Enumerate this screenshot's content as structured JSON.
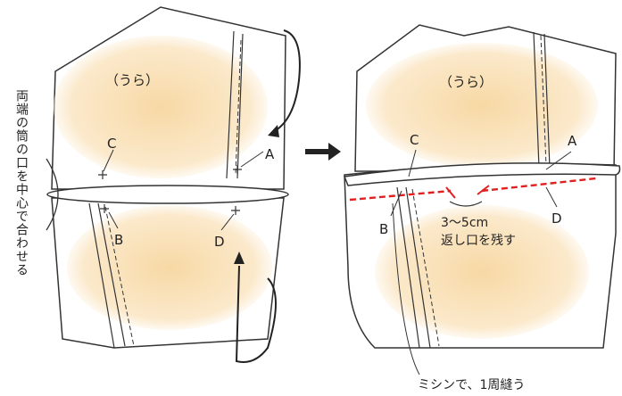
{
  "left_panel": {
    "ura_label": "（うら）",
    "point_labels": {
      "A": "A",
      "B": "B",
      "C": "C",
      "D": "D"
    }
  },
  "side_note": "両端の筒の口を中心で合わせる",
  "right_panel": {
    "ura_label": "（うら）",
    "point_labels": {
      "A": "A",
      "B": "B",
      "C": "C",
      "D": "D"
    },
    "opening_size": "3〜5cm",
    "opening_note": "返し口を残す",
    "sew_note": "ミシンで、1周縫う"
  },
  "colors": {
    "fabric_fill": "#fdf1dc",
    "fabric_shade": "#f8dca8",
    "outline": "#333333",
    "stitch_red": "#e02020"
  }
}
